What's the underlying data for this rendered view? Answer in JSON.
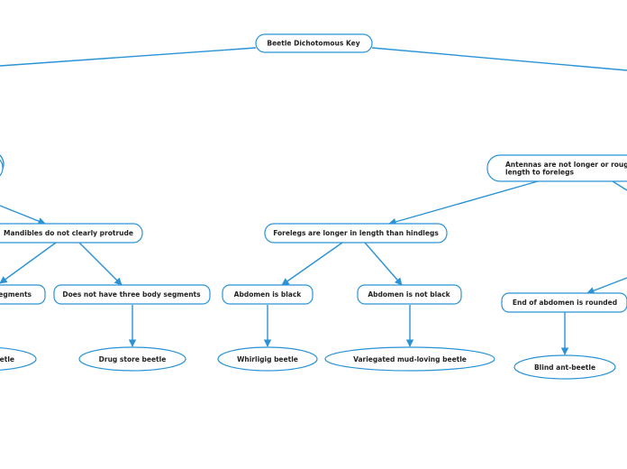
{
  "diagram": {
    "type": "tree",
    "title": "Beetle Dichotomous Key",
    "line_color": "#2a93d5",
    "nodes": {
      "root": "Beetle Dichotomous Key",
      "antennas": [
        "Antennas are not longer or roughly",
        "length to forelegs"
      ],
      "mandibles": "Mandibles do not clearly protrude",
      "forelegs": "Forelegs are longer in length than hindlegs",
      "three_segments": "egments",
      "not_three_segments": "Does not have three body segments",
      "abdomen_black": "Abdomen is black",
      "abdomen_not_black": "Abdomen is not black",
      "abdomen_rounded": "End of abdomen is rounded",
      "leaf_left": "etle",
      "drug_store": "Drug store beetle",
      "whirligig": "Whirligig beetle",
      "variegated": "Variegated mud-loving beetle",
      "blind_ant": "Blind ant-beetle"
    }
  }
}
